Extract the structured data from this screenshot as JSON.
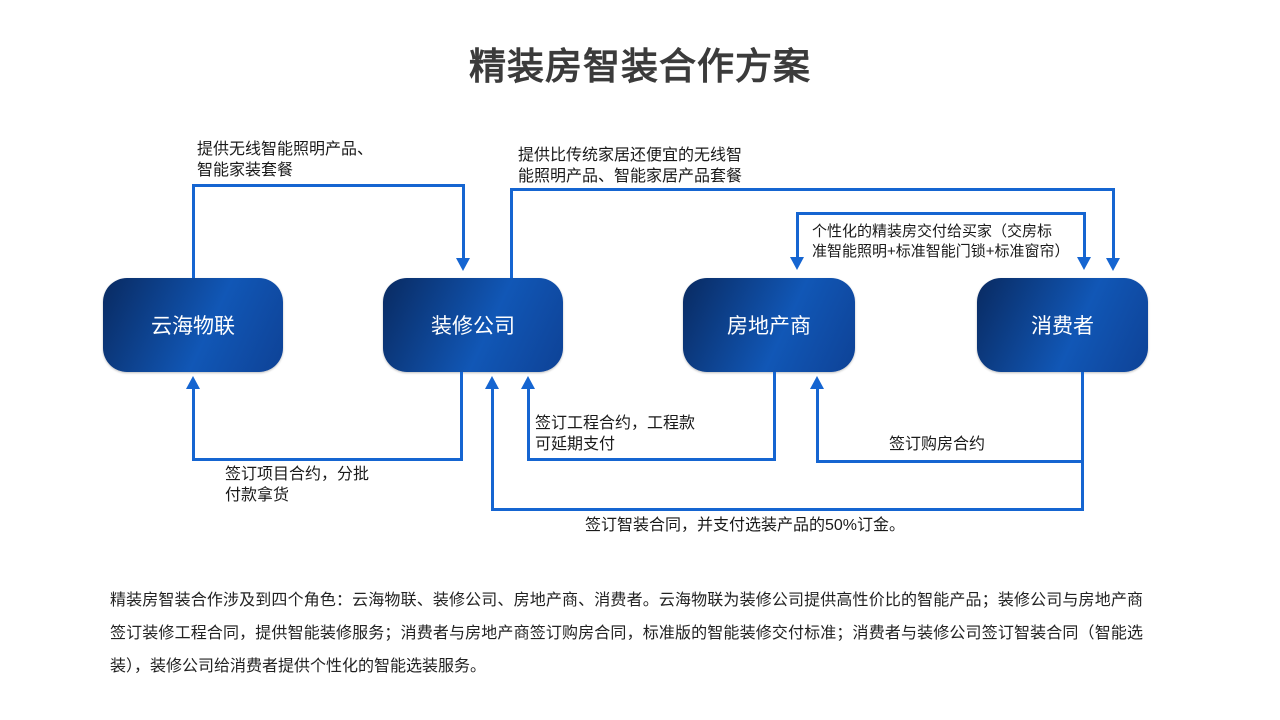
{
  "title": "精装房智装合作方案",
  "nodes": [
    {
      "id": "yunhai",
      "label": "云海物联"
    },
    {
      "id": "zhuangxiu",
      "label": "装修公司"
    },
    {
      "id": "fangdichan",
      "label": "房地产商"
    },
    {
      "id": "xiaofeizhe",
      "label": "消费者"
    }
  ],
  "edges": {
    "yunhai_supply": {
      "line1": "提供无线智能照明产品、",
      "line2": "智能家装套餐"
    },
    "zhuangxiu_supply": {
      "line1": "提供比传统家居还便宜的无线智",
      "line2": "能照明产品、智能家居产品套餐"
    },
    "delivery": {
      "line1": "个性化的精装房交付给买家（交房标",
      "line2": "准智能照明+标准智能门锁+标准窗帘）"
    },
    "project_contract": {
      "line1": "签订项目合约，分批",
      "line2": "付款拿货"
    },
    "engineering_contract": {
      "line1": "签订工程合约，工程款",
      "line2": "可延期支付"
    },
    "purchase_contract": {
      "text": "签订购房合约"
    },
    "smart_contract": {
      "text": "签订智装合同，并支付选装产品的50%订金。"
    }
  },
  "footer": {
    "text": "精装房智装合作涉及到四个角色：云海物联、装修公司、房地产商、消费者。云海物联为装修公司提供高性价比的智能产品；装修公司与房地产商签订装修工程合同，提供智能装修服务；消费者与房地产商签订购房合同，标准版的智能装修交付标准；消费者与装修公司签订智装合同（智能选装），装修公司给消费者提供个性化的智能选装服务。"
  },
  "colors": {
    "connector_blue": "#1565d1",
    "node_gradient_dark": "#092a61",
    "node_gradient_mid": "#1157b6",
    "node_gradient_end": "#0e4296",
    "title_gray": "#3b3b3b",
    "body_text": "#222222"
  }
}
